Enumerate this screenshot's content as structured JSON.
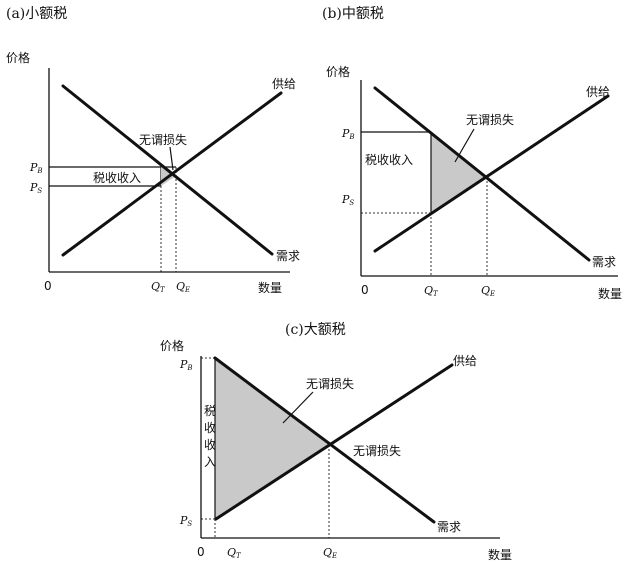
{
  "panels": [
    {
      "title": "(a)小额税",
      "axis_y": "价格",
      "axis_x": "数量",
      "origin": "0",
      "supply": "供给",
      "demand": "需求",
      "deadweight": "无谓损失",
      "revenue": "税收收入",
      "pb": "P",
      "pb_sub": "B",
      "ps": "P",
      "ps_sub": "S",
      "qt": "Q",
      "qt_sub": "T",
      "qe": "Q",
      "qe_sub": "E"
    },
    {
      "title": "(b)中额税",
      "axis_y": "价格",
      "axis_x": "数量",
      "origin": "0",
      "supply": "供给",
      "demand": "需求",
      "deadweight": "无谓损失",
      "revenue": "税收收入",
      "pb": "P",
      "pb_sub": "B",
      "ps": "P",
      "ps_sub": "S",
      "qt": "Q",
      "qt_sub": "T",
      "qe": "Q",
      "qe_sub": "E"
    },
    {
      "title": "(c)大额税",
      "axis_y": "价格",
      "axis_x": "数量",
      "origin": "0",
      "supply": "供给",
      "demand": "需求",
      "deadweight_1": "无谓损失",
      "deadweight_2": "无谓损失",
      "revenue_1": "税",
      "revenue_2": "收",
      "revenue_3": "收",
      "revenue_4": "入",
      "pb": "P",
      "pb_sub": "B",
      "ps": "P",
      "ps_sub": "S",
      "qt": "Q",
      "qt_sub": "T",
      "qe": "Q",
      "qe_sub": "E"
    }
  ]
}
